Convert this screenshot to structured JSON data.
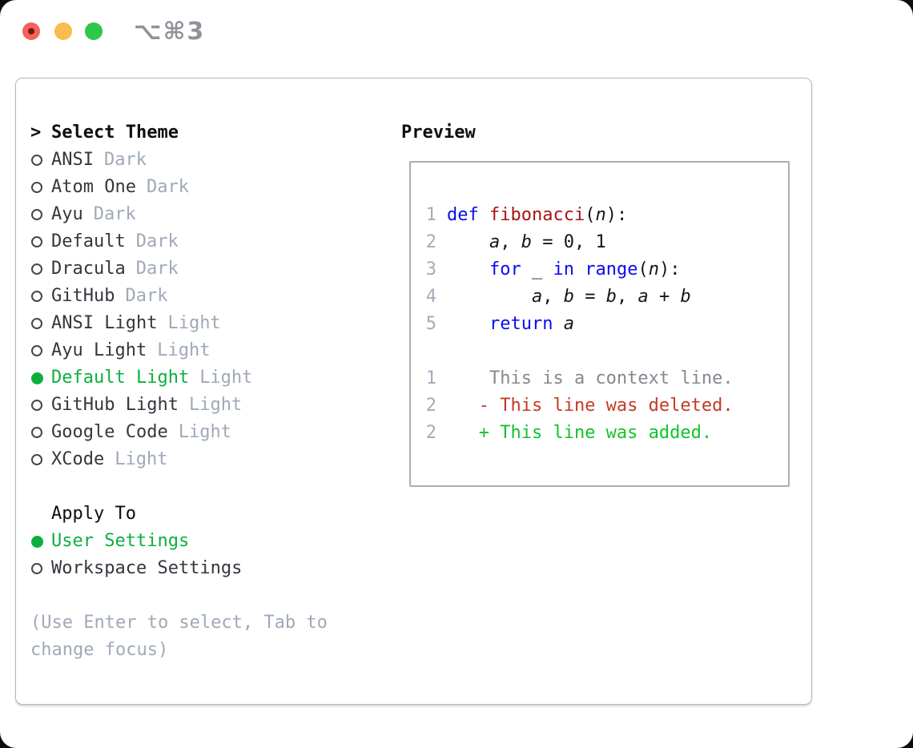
{
  "window": {
    "title": "⌥⌘3",
    "traffic_lights": {
      "close": "close",
      "minimize": "minimize",
      "zoom": "zoom",
      "close_has_dot": true
    }
  },
  "theme_panel": {
    "header_prefix": ">",
    "header": "Select Theme",
    "items": [
      {
        "name": "ANSI",
        "variant": "Dark",
        "selected": false
      },
      {
        "name": "Atom One",
        "variant": "Dark",
        "selected": false
      },
      {
        "name": "Ayu",
        "variant": "Dark",
        "selected": false
      },
      {
        "name": "Default",
        "variant": "Dark",
        "selected": false
      },
      {
        "name": "Dracula",
        "variant": "Dark",
        "selected": false
      },
      {
        "name": "GitHub",
        "variant": "Dark",
        "selected": false
      },
      {
        "name": "ANSI Light",
        "variant": "Light",
        "selected": false
      },
      {
        "name": "Ayu Light",
        "variant": "Light",
        "selected": false
      },
      {
        "name": "Default Light",
        "variant": "Light",
        "selected": true
      },
      {
        "name": "GitHub Light",
        "variant": "Light",
        "selected": false
      },
      {
        "name": "Google Code",
        "variant": "Light",
        "selected": false
      },
      {
        "name": "XCode",
        "variant": "Light",
        "selected": false
      }
    ]
  },
  "apply_to": {
    "header": "Apply To",
    "options": [
      {
        "label": "User Settings",
        "selected": true
      },
      {
        "label": "Workspace Settings",
        "selected": false
      }
    ]
  },
  "hint": "(Use Enter to select, Tab to change focus)",
  "preview": {
    "header": "Preview",
    "lines": [
      {
        "num": "1",
        "segments": [
          {
            "t": "def",
            "c": "kw"
          },
          {
            "t": " ",
            "c": "pl"
          },
          {
            "t": "fibonacci",
            "c": "fn"
          },
          {
            "t": "(",
            "c": "pl"
          },
          {
            "t": "n",
            "c": "var"
          },
          {
            "t": "):",
            "c": "pl"
          }
        ]
      },
      {
        "num": "2",
        "segments": [
          {
            "t": "    ",
            "c": "pl"
          },
          {
            "t": "a",
            "c": "var"
          },
          {
            "t": ", ",
            "c": "pl"
          },
          {
            "t": "b",
            "c": "var"
          },
          {
            "t": " = 0, 1",
            "c": "pl"
          }
        ]
      },
      {
        "num": "3",
        "segments": [
          {
            "t": "    ",
            "c": "pl"
          },
          {
            "t": "for",
            "c": "kw"
          },
          {
            "t": " _ ",
            "c": "pl"
          },
          {
            "t": "in",
            "c": "kw"
          },
          {
            "t": " ",
            "c": "pl"
          },
          {
            "t": "range",
            "c": "kw"
          },
          {
            "t": "(",
            "c": "pl"
          },
          {
            "t": "n",
            "c": "var"
          },
          {
            "t": "):",
            "c": "pl"
          }
        ]
      },
      {
        "num": "4",
        "segments": [
          {
            "t": "        ",
            "c": "pl"
          },
          {
            "t": "a",
            "c": "var"
          },
          {
            "t": ", ",
            "c": "pl"
          },
          {
            "t": "b",
            "c": "var"
          },
          {
            "t": " = ",
            "c": "pl"
          },
          {
            "t": "b",
            "c": "var"
          },
          {
            "t": ", ",
            "c": "pl"
          },
          {
            "t": "a",
            "c": "var"
          },
          {
            "t": " + ",
            "c": "pl"
          },
          {
            "t": "b",
            "c": "var"
          }
        ]
      },
      {
        "num": "5",
        "segments": [
          {
            "t": "    ",
            "c": "pl"
          },
          {
            "t": "return",
            "c": "kw"
          },
          {
            "t": " ",
            "c": "pl"
          },
          {
            "t": "a",
            "c": "var"
          }
        ]
      },
      {
        "num": "",
        "segments": []
      },
      {
        "num": "1",
        "segments": [
          {
            "t": "    This is a context line.",
            "c": "ctx"
          }
        ]
      },
      {
        "num": "2",
        "segments": [
          {
            "t": "   - This line was deleted.",
            "c": "del"
          }
        ]
      },
      {
        "num": "2",
        "segments": [
          {
            "t": "   + This line was added.",
            "c": "add"
          }
        ]
      }
    ]
  },
  "colors": {
    "selection_green": "#0CAF3E",
    "added_green": "#12C32A",
    "deleted_red": "#C43A23",
    "keyword_blue": "#0A0AF0",
    "function_red": "#A81414",
    "muted_gray": "#9FA9B7",
    "context_gray": "#85898F",
    "code_text": "#141619",
    "item_text": "#33373D",
    "header_text": "#0E0E10",
    "panel_border": "#B0B8C2",
    "preview_border": "#A6AFBA",
    "line_number_gray": "#A2ACBA",
    "title_gray": "#8F949C",
    "traffic_red": "#F2635A",
    "traffic_red_dot": "#7A150B",
    "traffic_yellow": "#F8BD4A",
    "traffic_green": "#2EC64B"
  }
}
